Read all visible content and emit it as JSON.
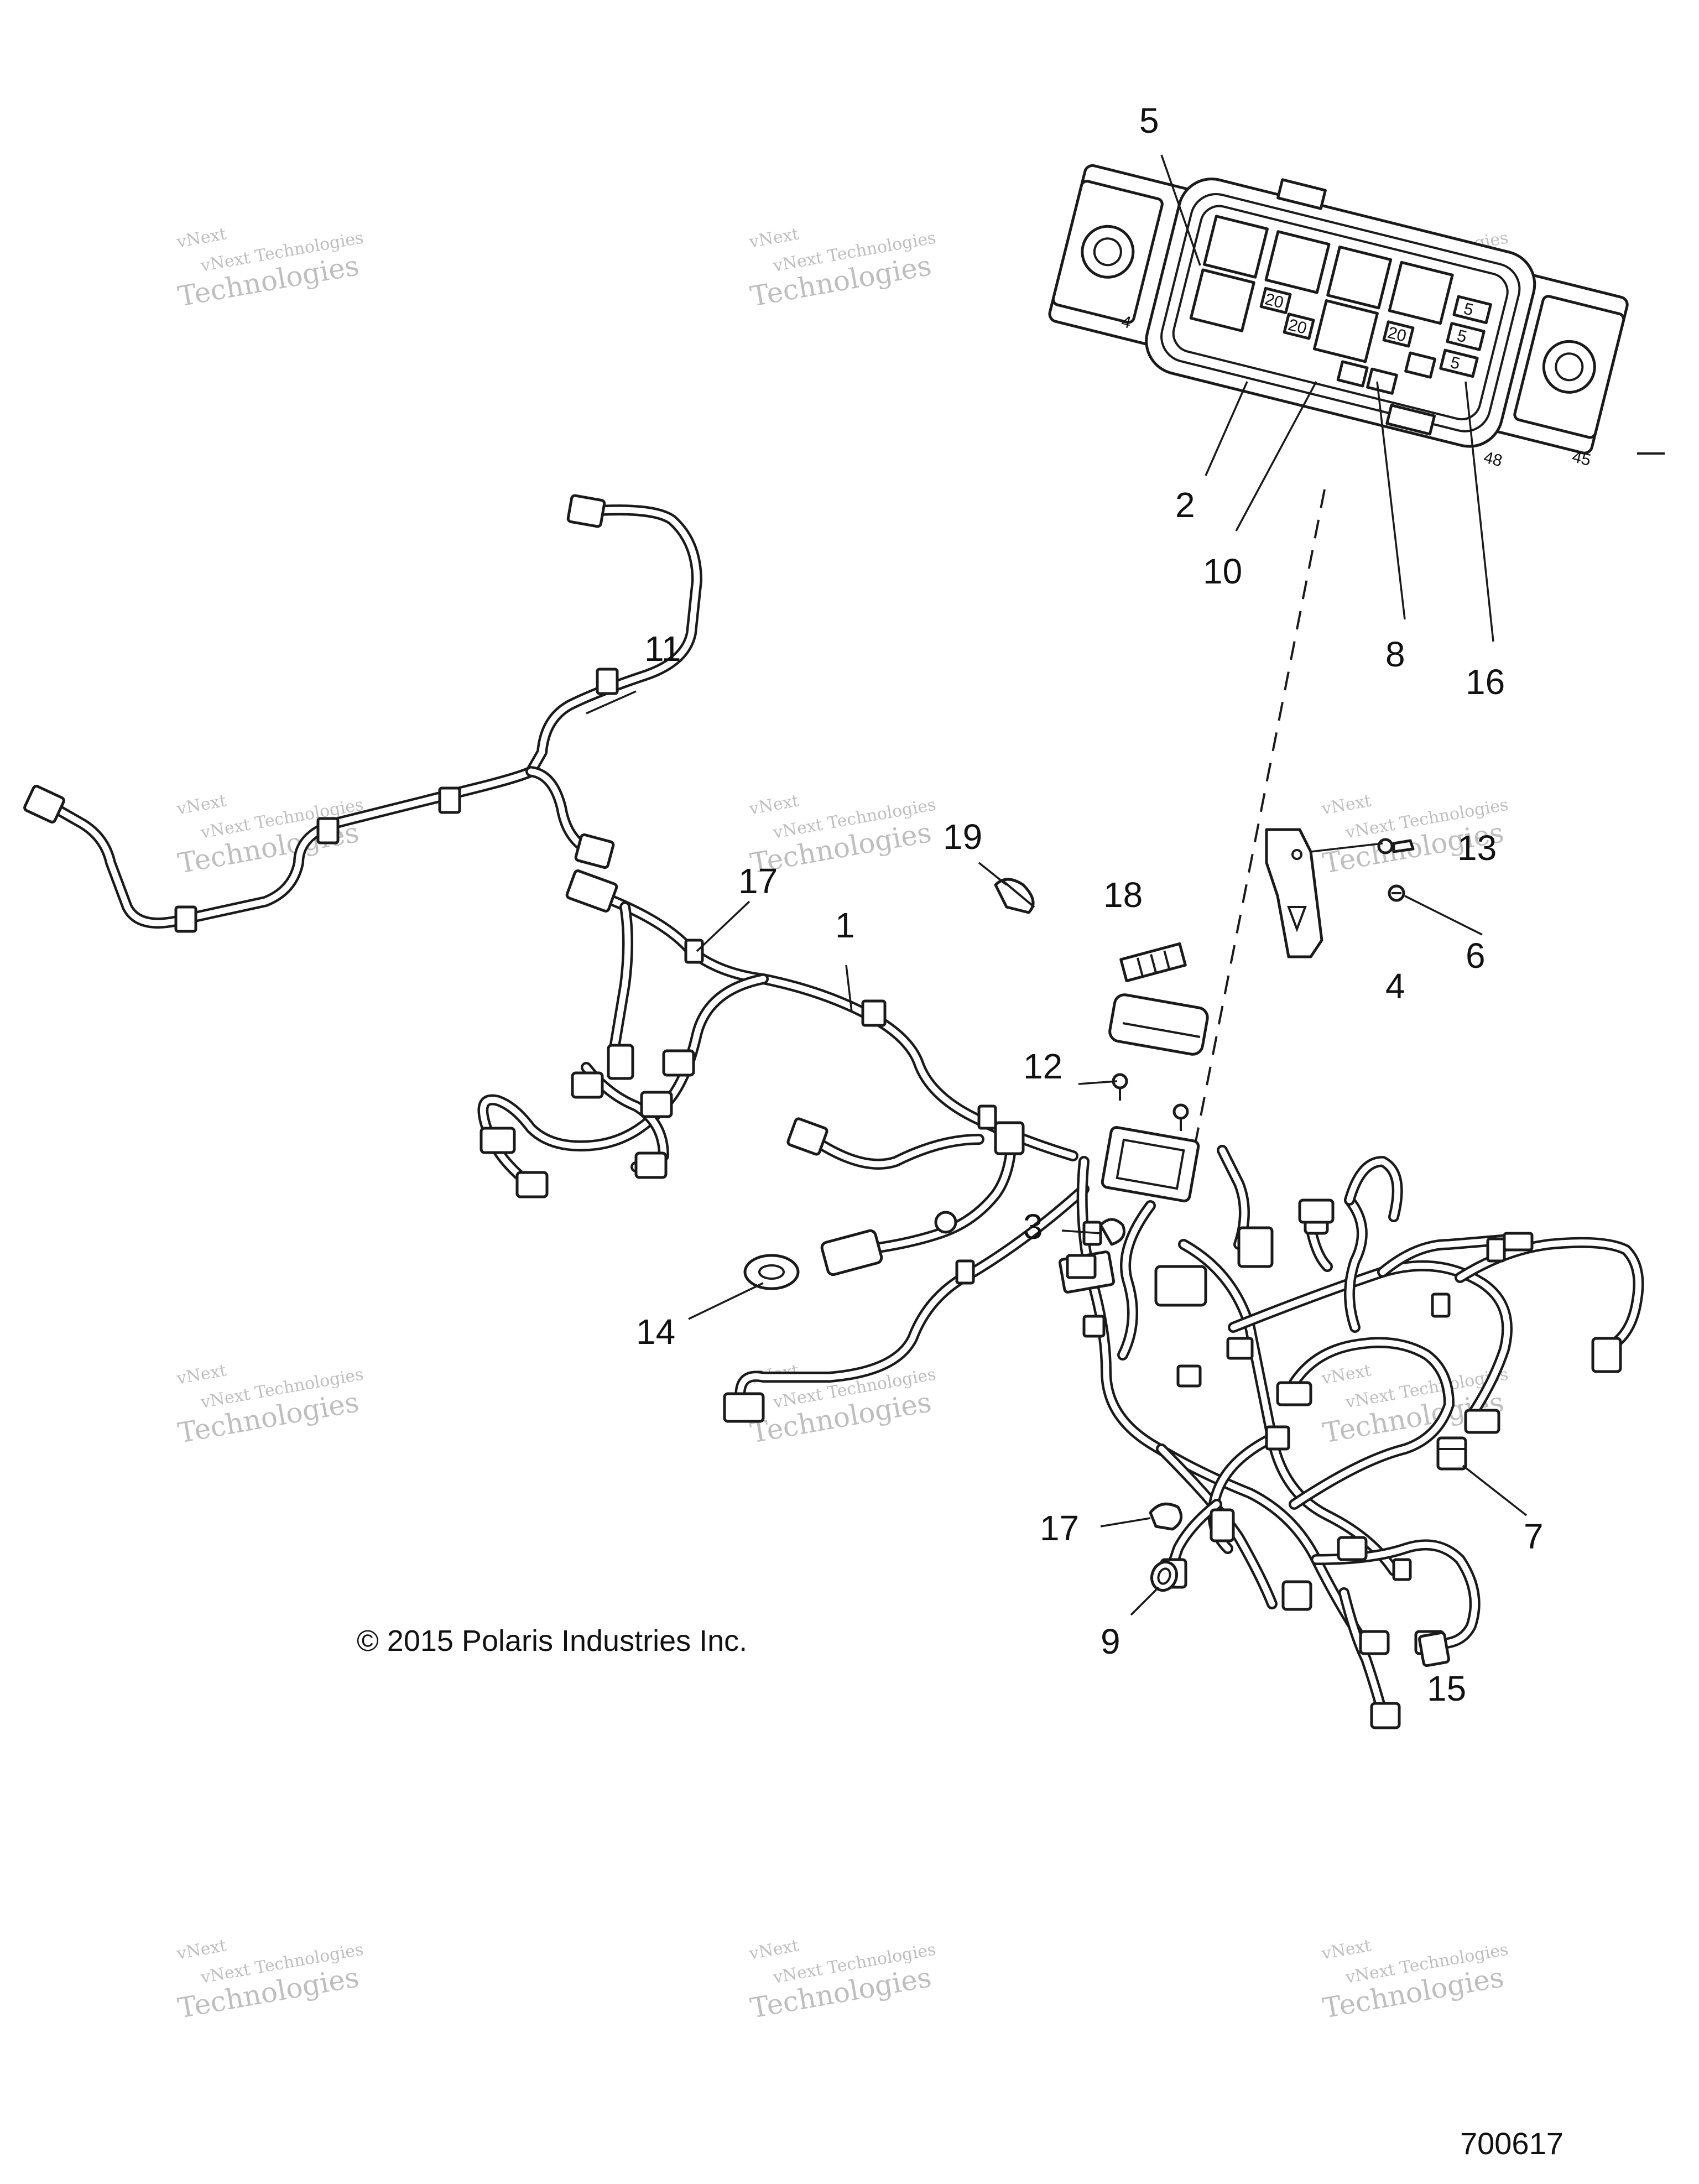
{
  "callouts": [
    "1",
    "2",
    "3",
    "4",
    "5",
    "6",
    "7",
    "8",
    "9",
    "10",
    "11",
    "12",
    "13",
    "14",
    "15",
    "16",
    "17",
    "17",
    "18",
    "19"
  ],
  "watermark": {
    "line1": "vNext Technologies",
    "line2": "Technologies",
    "line3": "vNext"
  },
  "copyright": "© 2015 Polaris Industries Inc.",
  "figure_number": "700617",
  "fuse_box": {
    "fuse_labels": [
      "20",
      "20",
      "20",
      "5",
      "5",
      "5"
    ],
    "edge_marks": [
      "4",
      "48",
      "45"
    ]
  }
}
